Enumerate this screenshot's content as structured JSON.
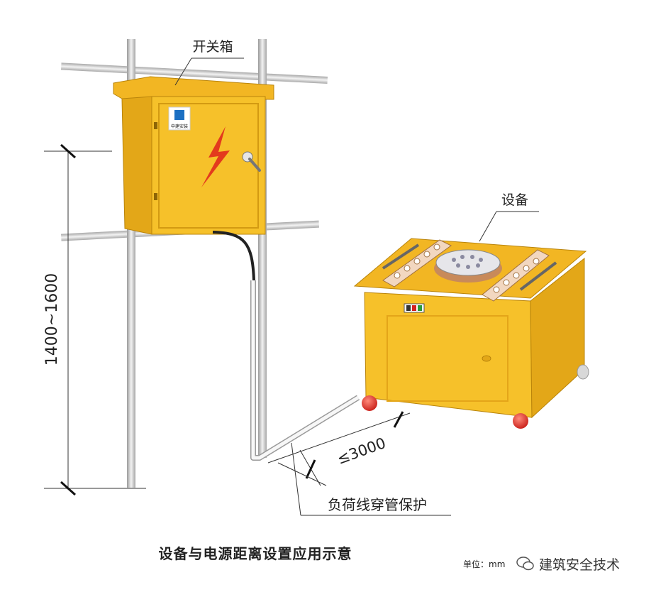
{
  "labels": {
    "switch_box": "开关箱",
    "equipment": "设备",
    "height_dim": "1400~1600",
    "distance_dim": "≤3000",
    "conduit": "负荷线穿管保护"
  },
  "box_badge": "中建安装",
  "caption": "设备与电源距离设置应用示意",
  "unit": "单位：mm",
  "watermark": "建筑安全技术",
  "colors": {
    "box_yellow": "#f6c12a",
    "box_shade": "#d99a12",
    "pole": "#c9c9c9",
    "lightning": "#e33a1d",
    "wheel": "#e0312a"
  }
}
